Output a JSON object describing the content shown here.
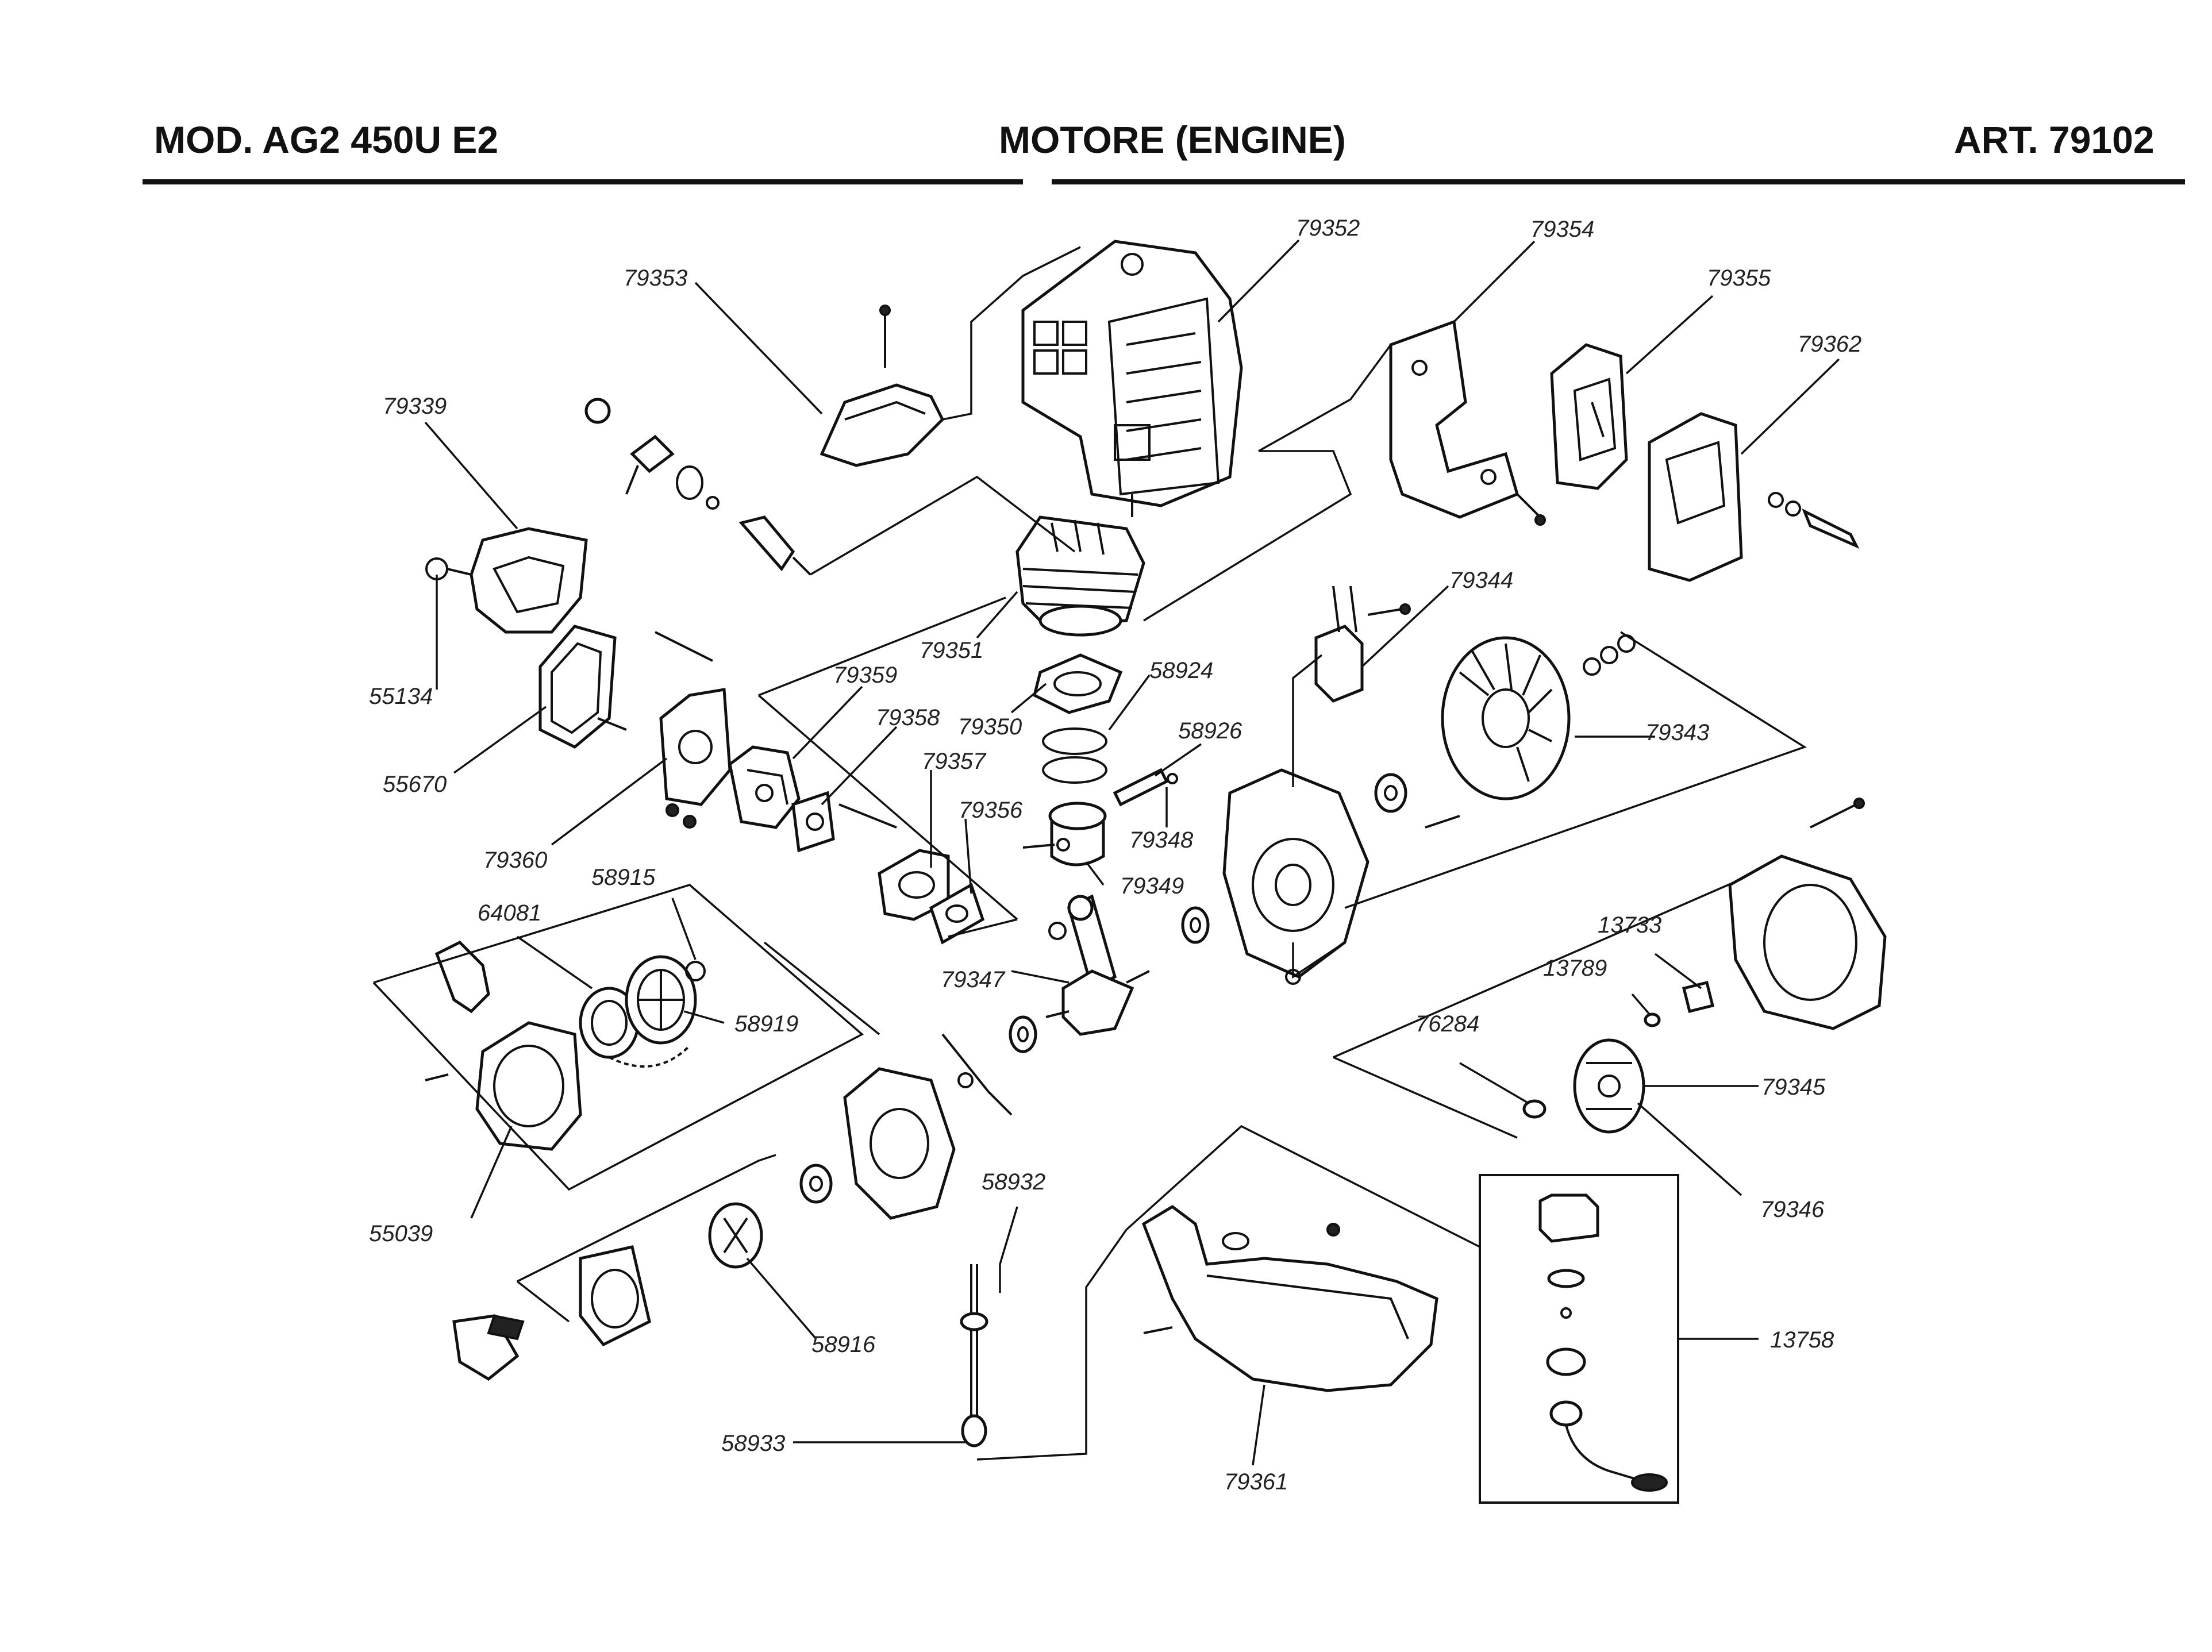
{
  "header": {
    "model": "MOD. AG2 450U E2",
    "title": "MOTORE (ENGINE)",
    "article": "ART. 79102"
  },
  "parts": [
    {
      "id": "p79352",
      "code": "79352"
    },
    {
      "id": "p79354",
      "code": "79354"
    },
    {
      "id": "p79353",
      "code": "79353"
    },
    {
      "id": "p79355",
      "code": "79355"
    },
    {
      "id": "p79362",
      "code": "79362"
    },
    {
      "id": "p79339",
      "code": "79339"
    },
    {
      "id": "p79344",
      "code": "79344"
    },
    {
      "id": "p79351",
      "code": "79351"
    },
    {
      "id": "p58924",
      "code": "58924"
    },
    {
      "id": "p55134",
      "code": "55134"
    },
    {
      "id": "p79359",
      "code": "79359"
    },
    {
      "id": "p79350",
      "code": "79350"
    },
    {
      "id": "p79358",
      "code": "79358"
    },
    {
      "id": "p58926",
      "code": "58926"
    },
    {
      "id": "p79343",
      "code": "79343"
    },
    {
      "id": "p79357",
      "code": "79357"
    },
    {
      "id": "p55670",
      "code": "55670"
    },
    {
      "id": "p79356",
      "code": "79356"
    },
    {
      "id": "p79348",
      "code": "79348"
    },
    {
      "id": "p79360",
      "code": "79360"
    },
    {
      "id": "p79349",
      "code": "79349"
    },
    {
      "id": "p58915",
      "code": "58915"
    },
    {
      "id": "p64081",
      "code": "64081"
    },
    {
      "id": "p13733",
      "code": "13733"
    },
    {
      "id": "p13789",
      "code": "13789"
    },
    {
      "id": "p79347",
      "code": "79347"
    },
    {
      "id": "p58919",
      "code": "58919"
    },
    {
      "id": "p76284",
      "code": "76284"
    },
    {
      "id": "p79345",
      "code": "79345"
    },
    {
      "id": "p58932",
      "code": "58932"
    },
    {
      "id": "p79346",
      "code": "79346"
    },
    {
      "id": "p55039",
      "code": "55039"
    },
    {
      "id": "p58916",
      "code": "58916"
    },
    {
      "id": "p13758",
      "code": "13758"
    },
    {
      "id": "p58933",
      "code": "58933"
    },
    {
      "id": "p79361",
      "code": "79361"
    }
  ]
}
